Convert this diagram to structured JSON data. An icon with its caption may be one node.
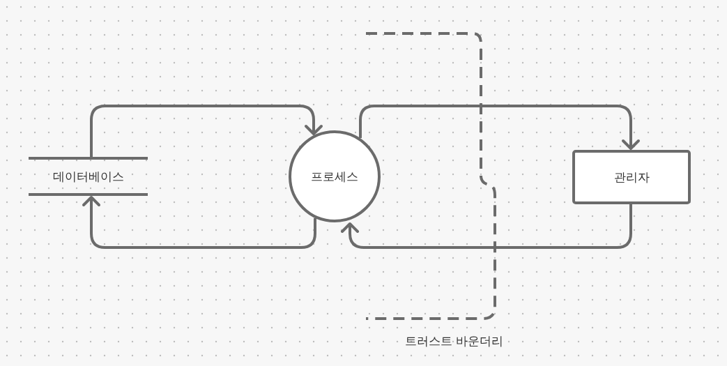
{
  "diagram": {
    "nodes": [
      {
        "text": [
          "데이터베이스"
        ]
      },
      {
        "text": [
          "프로세스"
        ]
      },
      {
        "text": [
          "관리자"
        ]
      }
    ],
    "edges": [
      {
        "from": 0,
        "to": 1,
        "arrow": "to"
      },
      {
        "from": 1,
        "to": 0,
        "arrow": "to"
      },
      {
        "from": 1,
        "to": 2,
        "arrow": "to"
      },
      {
        "from": 2,
        "to": 1,
        "arrow": "to"
      }
    ],
    "labels": [
      "트러스트 바운더리"
    ]
  }
}
